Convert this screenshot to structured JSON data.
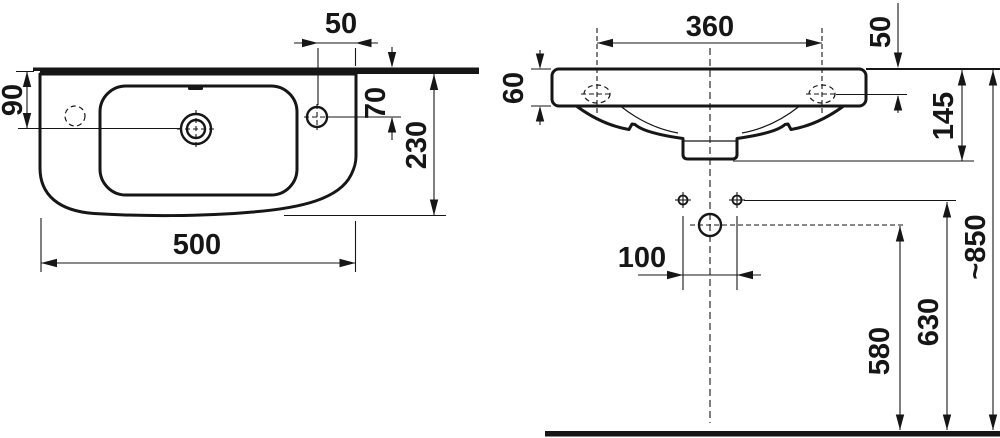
{
  "drawing": {
    "colors": {
      "ink": "#161616",
      "background": "#ffffff"
    },
    "top_view": {
      "dims": {
        "tap_to_edge": "50",
        "front_to_drain_axis": "90",
        "edge_to_tap": "70",
        "overall_depth": "230",
        "overall_width": "500"
      }
    },
    "front_view": {
      "dims": {
        "fixing_holes": "360",
        "rim_to_fixing": "50",
        "rim_height": "60",
        "rim_to_outlet": "145",
        "supply_holes": "100",
        "floor_to_trap": "580",
        "floor_to_supply": "630",
        "floor_to_rim": "~850"
      }
    }
  }
}
